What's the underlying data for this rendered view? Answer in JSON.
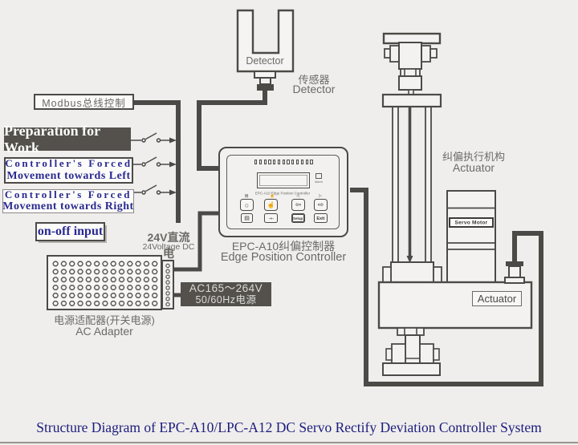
{
  "page": {
    "title": "Structure Diagram of EPC-A10/LPC-A12 DC Servo Rectify Deviation Controller System"
  },
  "detector": {
    "name": "Detector",
    "label_cn": "传感器",
    "label_en": "Detector"
  },
  "modbus": {
    "label": "Modbus总线控制"
  },
  "inputs": {
    "preparation": "Preparation for Work",
    "left": {
      "line1": "Controller's Forced",
      "line2": "Movement towards Left"
    },
    "right": {
      "line1": "Controller's Forced",
      "line2": "Movement towards Right"
    },
    "onoff": "on-off input"
  },
  "power": {
    "dc_label_cn": "24V直流电",
    "dc_label_en": "24Voltage DC",
    "adapter_label_cn": "电源适配器(开关电源)",
    "adapter_label_en": "AC Adapter",
    "ac_line1": "AC165～264V",
    "ac_line2": "50/60Hz电源"
  },
  "controller": {
    "faceplate": "EPC-A10   Edge Position Controller",
    "alarm": "Alarm",
    "legend_icons": [
      "▤",
      "☝",
      "◁",
      "▷"
    ],
    "buttons": [
      {
        "name": "stop-button",
        "glyph": "○"
      },
      {
        "name": "manual-button",
        "glyph": "☝"
      },
      {
        "name": "left-button",
        "glyph": "⇦"
      },
      {
        "name": "right-button",
        "glyph": "⇨"
      },
      {
        "name": "display-button",
        "glyph": "▤"
      },
      {
        "name": "center-button",
        "glyph": "-+-"
      },
      {
        "name": "setup-button",
        "glyph": "Setup"
      },
      {
        "name": "exit-button",
        "glyph": "Exit"
      }
    ],
    "label_cn": "EPC-A10纠偏控制器",
    "label_en": "Edge Position Controller"
  },
  "actuator": {
    "label_cn": "纠偏执行机构",
    "label_en": "Actuator",
    "servo_motor": "Servo Motor",
    "body_label": "Actuator"
  },
  "colors": {
    "background": "#efeeec",
    "ink": "#4b4a47",
    "navy_text": "#2a2a92",
    "title_navy": "#1c1c7e",
    "gray_text": "#6b6a67",
    "dark_box_fill": "#54514c",
    "dark_box_text": "#dcdbd7"
  }
}
